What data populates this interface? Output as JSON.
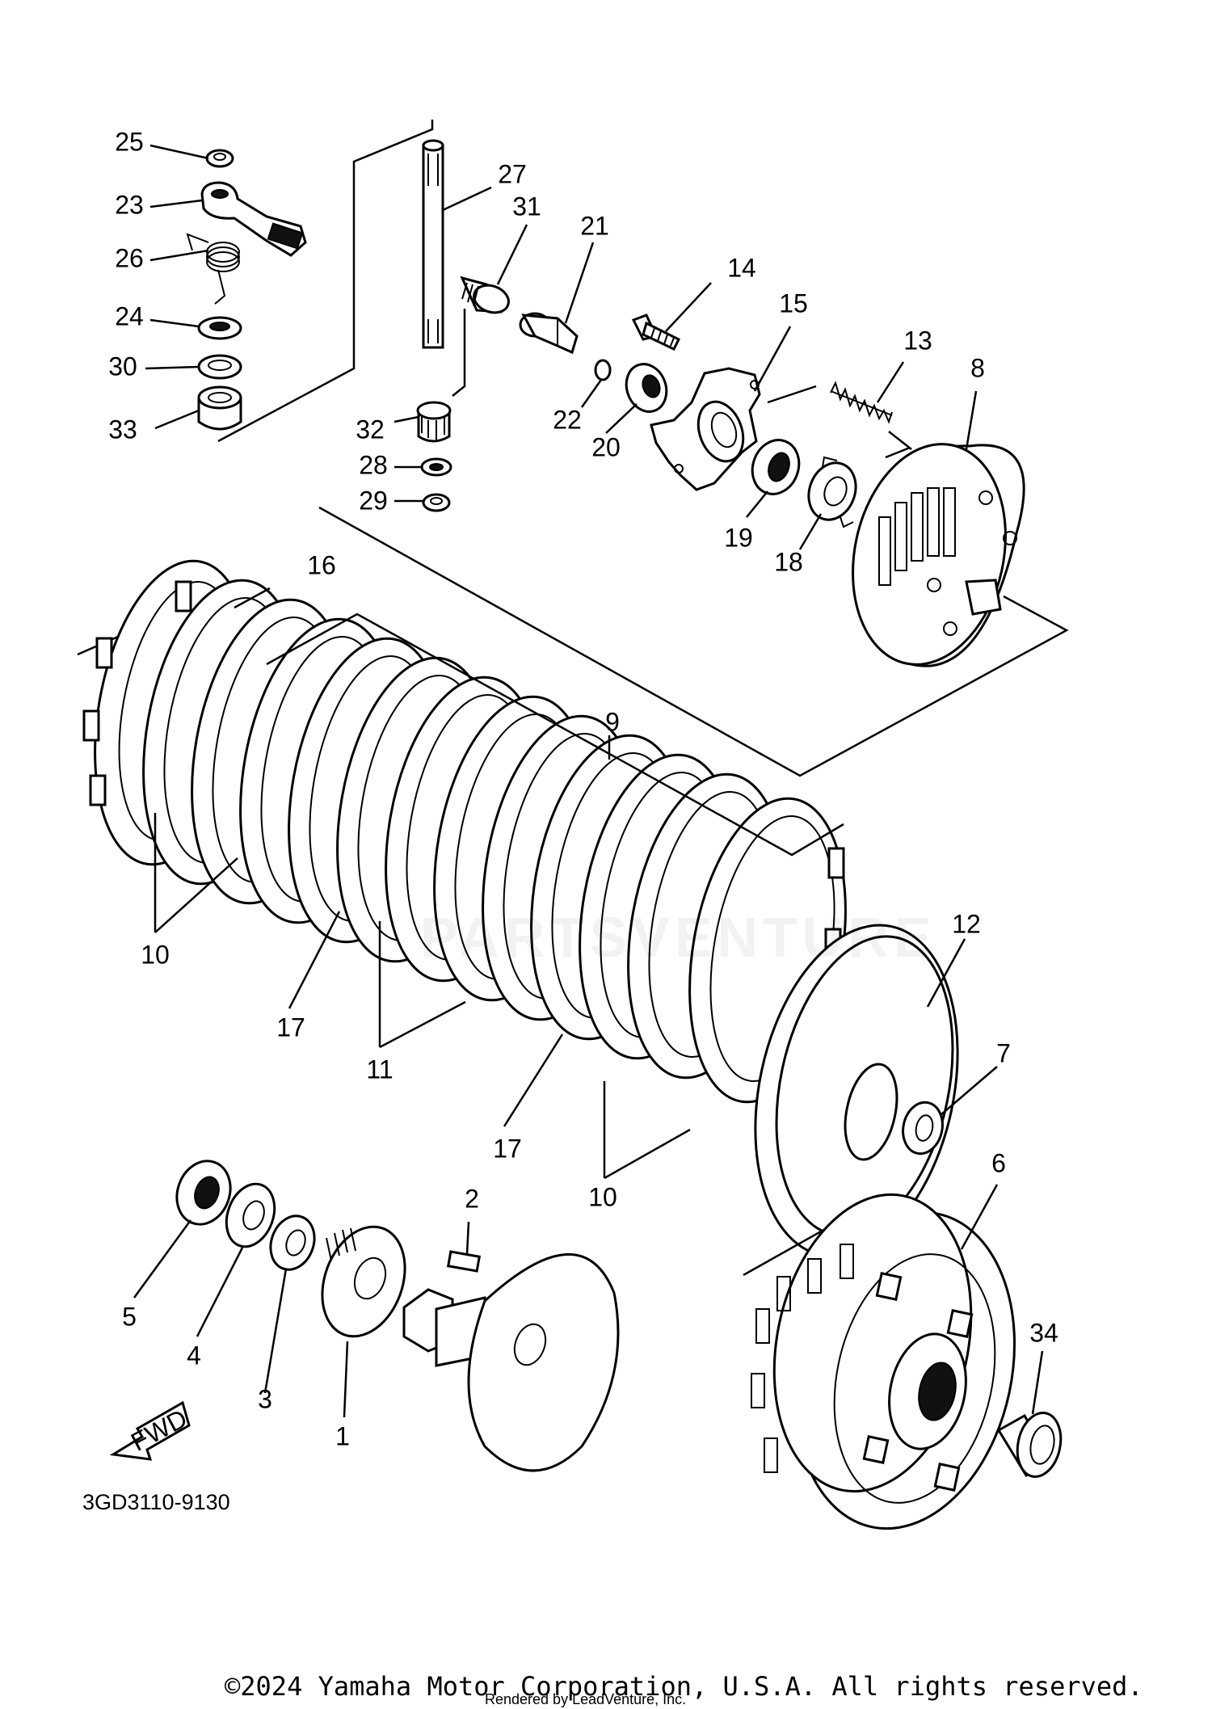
{
  "diagram": {
    "code": "3GD3110-9130",
    "fwd_label": "FWD",
    "watermark": "PARTSVENTURE",
    "part_labels": {
      "p1": "1",
      "p2": "2",
      "p3": "3",
      "p4": "4",
      "p5": "5",
      "p6": "6",
      "p7": "7",
      "p8": "8",
      "p9": "9",
      "p10a": "10",
      "p10b": "10",
      "p11": "11",
      "p12": "12",
      "p13": "13",
      "p14": "14",
      "p15": "15",
      "p16": "16",
      "p17a": "17",
      "p17b": "17",
      "p18": "18",
      "p19": "19",
      "p20": "20",
      "p21": "21",
      "p22": "22",
      "p23": "23",
      "p24": "24",
      "p25": "25",
      "p26": "26",
      "p27": "27",
      "p28": "28",
      "p29": "29",
      "p30": "30",
      "p31": "31",
      "p32": "32",
      "p33": "33",
      "p34": "34"
    }
  },
  "footer": {
    "copyright": "©2024 Yamaha Motor Corporation, U.S.A. All rights reserved.",
    "rendered_by": "Rendered by LeadVenture, Inc."
  }
}
